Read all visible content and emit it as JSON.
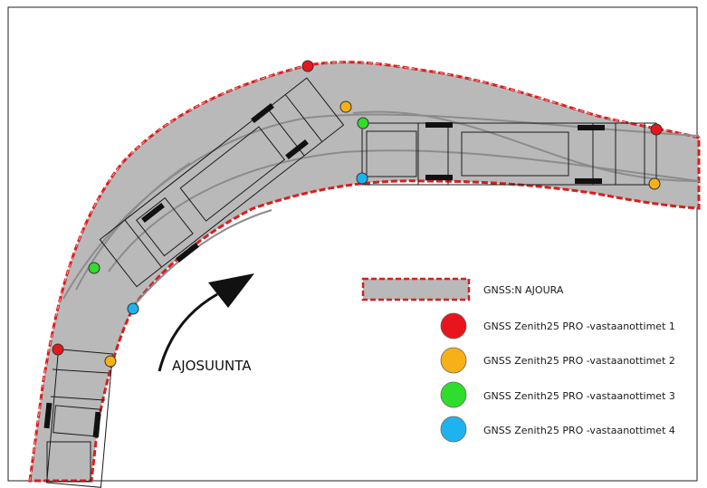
{
  "colors": {
    "background": "#ffffff",
    "frame": "#222222",
    "road_fill": "#b9b9b9",
    "road_border": "#d81e1e",
    "vehicle_line": "#1a1a1a",
    "track_line": "#8c8c8c",
    "receiver_1": "#e8161c",
    "receiver_2": "#f7b015",
    "receiver_3": "#2fdd2c",
    "receiver_4": "#1eb3ee"
  },
  "direction_label": "AJOSUUNTA",
  "legend": {
    "area_label": "GNSS:N AJOURA",
    "receivers": [
      {
        "label": "GNSS Zenith25 PRO -vastaanottimet 1",
        "color": "#e8161c"
      },
      {
        "label": "GNSS Zenith25 PRO -vastaanottimet 2",
        "color": "#f7b015"
      },
      {
        "label": "GNSS Zenith25 PRO -vastaanottimet 3",
        "color": "#2fdd2c"
      },
      {
        "label": "GNSS Zenith25 PRO -vastaanottimet 4",
        "color": "#1eb3ee"
      }
    ]
  }
}
